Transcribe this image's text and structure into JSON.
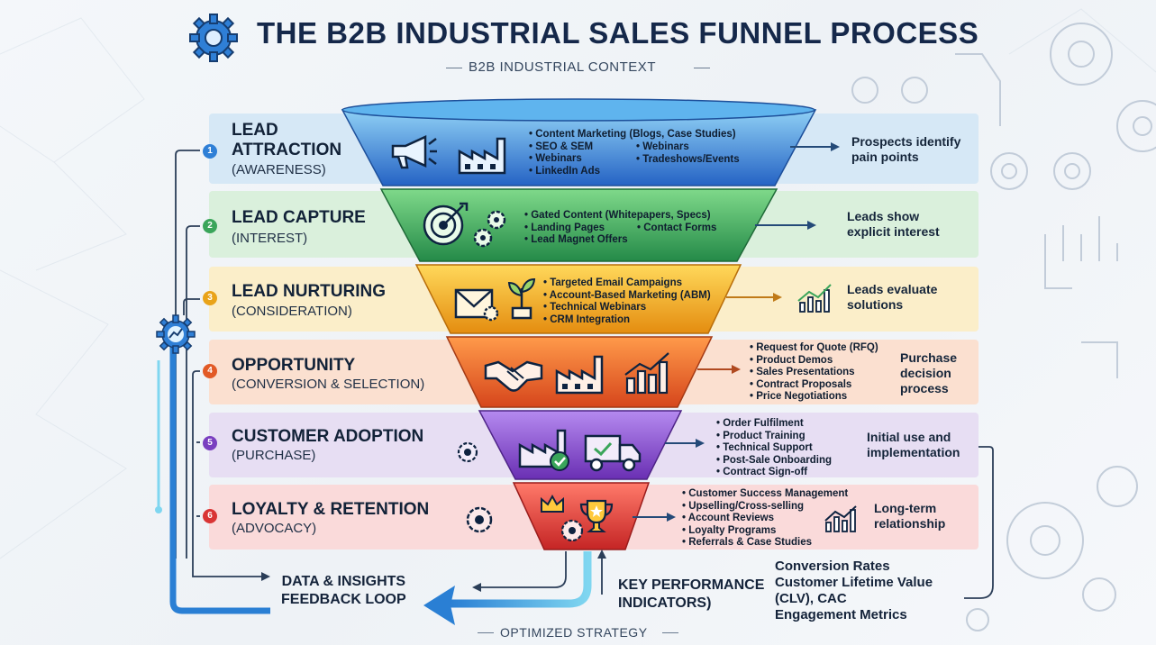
{
  "title": "THE B2B INDUSTRIAL SALES FUNNEL PROCESS",
  "subtitle": "B2B INDUSTRIAL CONTEXT",
  "footer": "OPTIMIZED STRATEGY",
  "colors": {
    "stage1": "#2f7fd6",
    "stage2": "#3aa55a",
    "stage3": "#e9a319",
    "stage4": "#e25a26",
    "stage5": "#7a3fc0",
    "stage6": "#d93535",
    "feedback_arrow": "#2a7fd4"
  },
  "stages": [
    {
      "number": "1",
      "title_line1": "LEAD",
      "title_line2": "ATTRACTION",
      "subtitle": "(AWARENESS)",
      "icons": [
        "megaphone-icon",
        "factory-icon"
      ],
      "bullets_col1": [
        "Content Marketing (Blogs, Case Studies)",
        "SEO & SEM",
        "Webinars",
        "LinkedIn Ads"
      ],
      "bullets_col2": [
        "Webinars",
        "Tradeshows/Events"
      ],
      "outcome": [
        "Prospects identify",
        "pain points"
      ]
    },
    {
      "number": "2",
      "title_line1": "LEAD CAPTURE",
      "subtitle": "(INTEREST)",
      "icons": [
        "target-icon",
        "gear-icon"
      ],
      "bullets_col1": [
        "Gated Content (Whitepapers, Specs)",
        "Landing Pages",
        "Lead Magnet Offers"
      ],
      "bullets_col2": [
        "Contact Forms"
      ],
      "outcome": [
        "Leads show",
        "explicit interest"
      ]
    },
    {
      "number": "3",
      "title_line1": "LEAD NURTURING",
      "subtitle": "(CONSIDERATION)",
      "icons": [
        "email-icon",
        "plant-icon"
      ],
      "bullets_col1": [
        "Targeted Email Campaigns",
        "Account-Based Marketing (ABM)",
        "Technical Webinars",
        "CRM Integration"
      ],
      "outcome": [
        "Leads evaluate",
        "solutions"
      ]
    },
    {
      "number": "4",
      "title_line1": "OPPORTUNITY",
      "subtitle": "(CONVERSION & SELECTION)",
      "icons": [
        "handshake-icon",
        "factory-icon",
        "bar-chart-icon"
      ],
      "bullets_col1": [
        "Request for Quote (RFQ)",
        "Product Demos",
        "Sales Presentations",
        "Contract Proposals",
        "Price Negotiations"
      ],
      "outcome": [
        "Purchase",
        "decision",
        "process"
      ]
    },
    {
      "number": "5",
      "title_line1": "CUSTOMER ADOPTION",
      "subtitle": "(PURCHASE)",
      "icons": [
        "factory-check-icon",
        "truck-icon"
      ],
      "bullets_col1": [
        "Order Fulfilment",
        "Product Training",
        "Technical Support",
        "Post-Sale Onboarding",
        "Contract Sign-off"
      ],
      "outcome": [
        "Initial use and",
        "implementation"
      ]
    },
    {
      "number": "6",
      "title_line1": "LOYALTY & RETENTION",
      "subtitle": "(ADVOCACY)",
      "icons": [
        "crown-icon",
        "trophy-icon"
      ],
      "bullets_col1": [
        "Customer Success Management",
        "Upselling/Cross-selling",
        "Account Reviews",
        "Loyalty Programs",
        "Referrals & Case Studies"
      ],
      "outcome": [
        "Long-term",
        "relationship"
      ]
    }
  ],
  "feedback": {
    "line1": "DATA & INSIGHTS",
    "line2": "FEEDBACK LOOP"
  },
  "kpi": {
    "label_line1": "KEY PERFORMANCE",
    "label_line2": "INDICATORS)",
    "items": [
      "Conversion Rates",
      "Customer Lifetime Value",
      "(CLV), CAC",
      "Engagement Metrics"
    ]
  }
}
